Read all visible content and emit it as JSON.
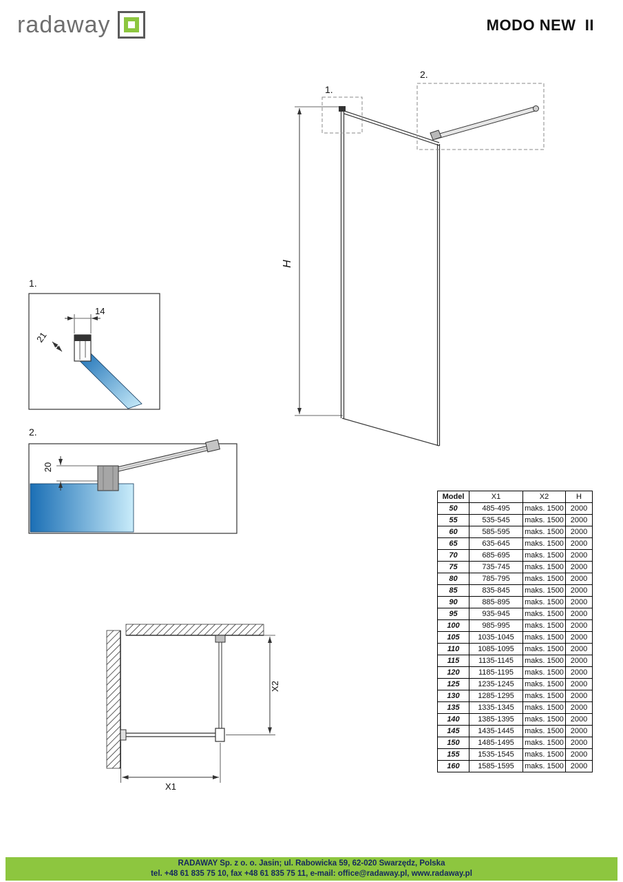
{
  "header": {
    "logo_text": "radaway",
    "title": "MODO NEW  II"
  },
  "colors": {
    "accent_green": "#8DC63F",
    "glass_blue_dark": "#1B6FB5",
    "glass_blue_light": "#C9ECFA",
    "logo_gray": "#6F6F6F",
    "footer_text": "#14275E"
  },
  "drawing": {
    "elevation": {
      "detail1_callout": "1.",
      "detail2_callout": "2.",
      "height_dim": "H"
    },
    "detail1": {
      "callout": "1.",
      "width_dim": "14",
      "depth_dim": "21"
    },
    "detail2": {
      "callout": "2.",
      "height_dim": "20"
    },
    "plan": {
      "width_dim": "X1",
      "depth_dim": "X2"
    }
  },
  "table": {
    "headers": [
      "Model",
      "X1",
      "X2",
      "H"
    ],
    "rows": [
      [
        "50",
        "485-495",
        "maks. 1500",
        "2000"
      ],
      [
        "55",
        "535-545",
        "maks. 1500",
        "2000"
      ],
      [
        "60",
        "585-595",
        "maks. 1500",
        "2000"
      ],
      [
        "65",
        "635-645",
        "maks. 1500",
        "2000"
      ],
      [
        "70",
        "685-695",
        "maks. 1500",
        "2000"
      ],
      [
        "75",
        "735-745",
        "maks. 1500",
        "2000"
      ],
      [
        "80",
        "785-795",
        "maks. 1500",
        "2000"
      ],
      [
        "85",
        "835-845",
        "maks. 1500",
        "2000"
      ],
      [
        "90",
        "885-895",
        "maks. 1500",
        "2000"
      ],
      [
        "95",
        "935-945",
        "maks. 1500",
        "2000"
      ],
      [
        "100",
        "985-995",
        "maks. 1500",
        "2000"
      ],
      [
        "105",
        "1035-1045",
        "maks. 1500",
        "2000"
      ],
      [
        "110",
        "1085-1095",
        "maks. 1500",
        "2000"
      ],
      [
        "115",
        "1135-1145",
        "maks. 1500",
        "2000"
      ],
      [
        "120",
        "1185-1195",
        "maks. 1500",
        "2000"
      ],
      [
        "125",
        "1235-1245",
        "maks. 1500",
        "2000"
      ],
      [
        "130",
        "1285-1295",
        "maks. 1500",
        "2000"
      ],
      [
        "135",
        "1335-1345",
        "maks. 1500",
        "2000"
      ],
      [
        "140",
        "1385-1395",
        "maks. 1500",
        "2000"
      ],
      [
        "145",
        "1435-1445",
        "maks. 1500",
        "2000"
      ],
      [
        "150",
        "1485-1495",
        "maks. 1500",
        "2000"
      ],
      [
        "155",
        "1535-1545",
        "maks. 1500",
        "2000"
      ],
      [
        "160",
        "1585-1595",
        "maks. 1500",
        "2000"
      ]
    ]
  },
  "footer": {
    "line1": "RADAWAY Sp. z o. o. Jasin; ul. Rabowicka 59, 62-020 Swarzędz, Polska",
    "line2": "tel. +48 61 835 75 10, fax +48 61 835 75 11, e-mail: office@radaway.pl, www.radaway.pl"
  }
}
